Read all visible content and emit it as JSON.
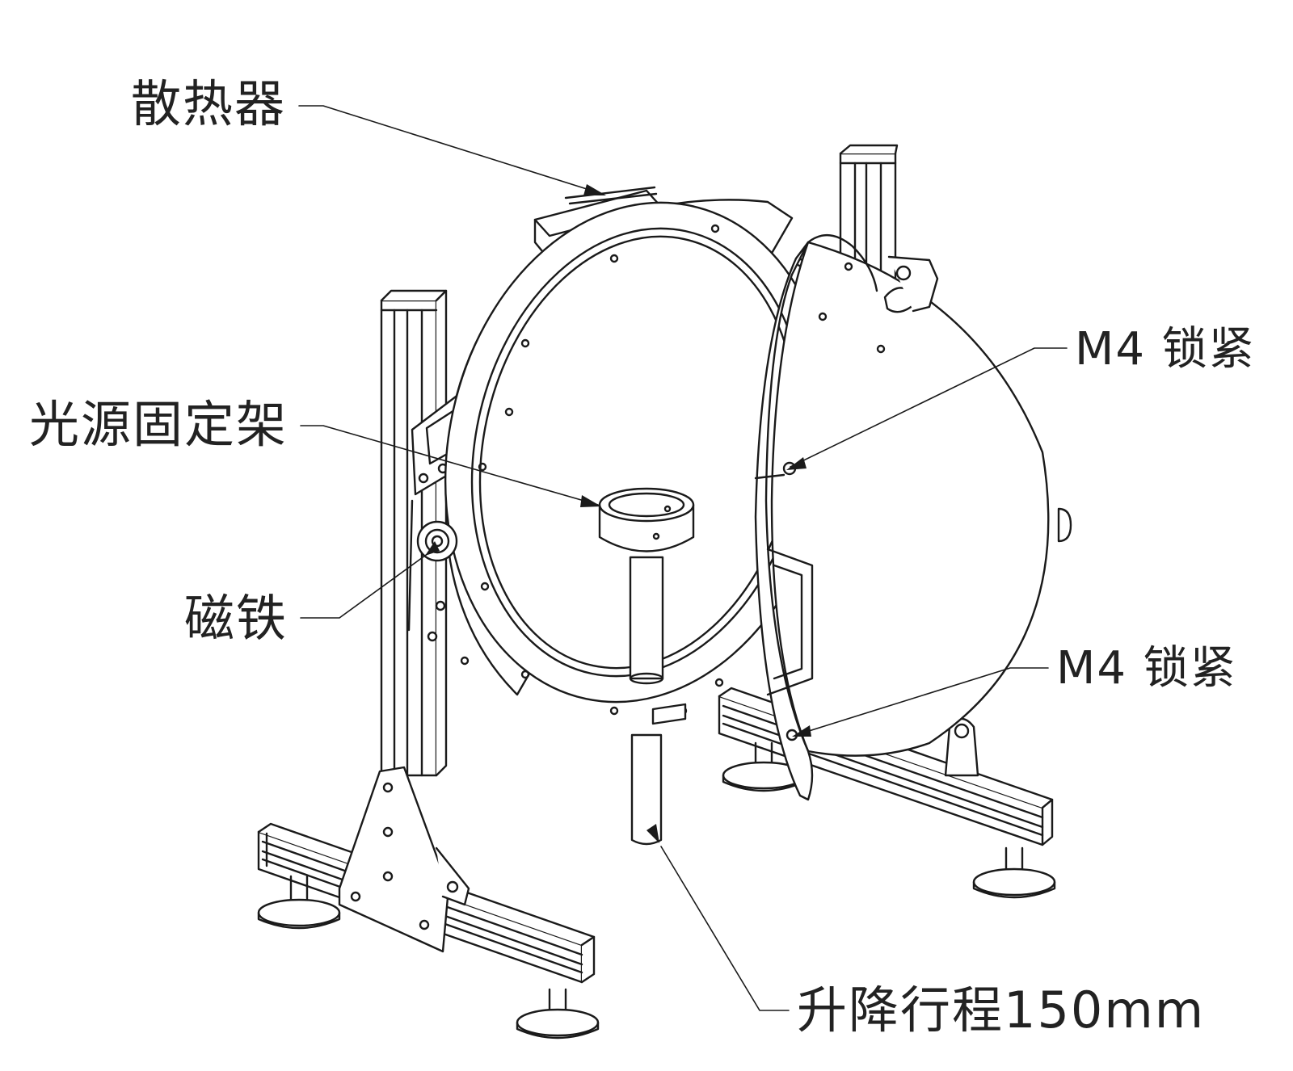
{
  "colors": {
    "line": "#1a1a1a",
    "text": "#222222",
    "background": "#ffffff",
    "surface": "#ffffff"
  },
  "labels": {
    "heatsink": "散热器",
    "light_source_holder": "光源固定架",
    "magnet": "磁铁",
    "m4_lock_upper": "M4 锁紧",
    "m4_lock_lower": "M4 锁紧",
    "lift_travel": "升降行程150mm"
  }
}
